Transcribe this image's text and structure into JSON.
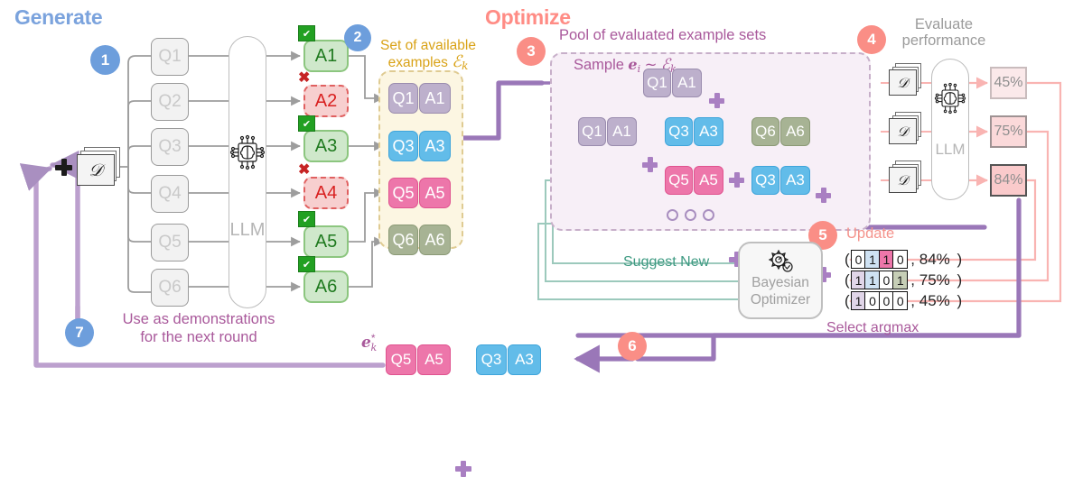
{
  "sections": {
    "generate_title": "Generate",
    "optimize_title": "Optimize"
  },
  "steps": {
    "s1": "1",
    "s2": "2",
    "s3": "3",
    "s4": "4",
    "s5": "5",
    "s6": "6",
    "s7": "7"
  },
  "generate": {
    "dataset_symbol": "𝒟",
    "questions": [
      "Q1",
      "Q2",
      "Q3",
      "Q4",
      "Q5",
      "Q6"
    ],
    "llm_label": "LLM",
    "answers": [
      {
        "label": "A1",
        "status": "correct"
      },
      {
        "label": "A2",
        "status": "incorrect"
      },
      {
        "label": "A3",
        "status": "correct"
      },
      {
        "label": "A4",
        "status": "incorrect"
      },
      {
        "label": "A5",
        "status": "correct"
      },
      {
        "label": "A6",
        "status": "correct"
      }
    ],
    "check_glyph": "✔",
    "cross_glyph": "✖"
  },
  "available_set": {
    "caption_line1": "Set of available",
    "caption_line2": "examples",
    "caption_symbol": "ℰ",
    "caption_sub": "k",
    "pairs": [
      {
        "q": "Q1",
        "a": "A1",
        "color": "purple"
      },
      {
        "q": "Q3",
        "a": "A3",
        "color": "blue"
      },
      {
        "q": "Q5",
        "a": "A5",
        "color": "pink"
      },
      {
        "q": "Q6",
        "a": "A6",
        "color": "olive"
      }
    ]
  },
  "pool": {
    "title": "Pool of evaluated example sets",
    "sample_label": "Sample",
    "sample_var": "e",
    "sample_sub": "i",
    "sample_tilde": "∼",
    "sample_set": "ℰ",
    "sample_set_sub": "k",
    "rows": [
      {
        "items": [
          {
            "q": "Q1",
            "a": "A1",
            "color": "purple"
          }
        ]
      },
      {
        "items": [
          {
            "q": "Q1",
            "a": "A1",
            "color": "purple"
          },
          {
            "q": "Q3",
            "a": "A3",
            "color": "blue"
          },
          {
            "q": "Q6",
            "a": "A6",
            "color": "olive"
          }
        ]
      },
      {
        "items": [
          {
            "q": "Q5",
            "a": "A5",
            "color": "pink"
          },
          {
            "q": "Q3",
            "a": "A3",
            "color": "blue"
          }
        ]
      }
    ],
    "ellipsis": "• • •"
  },
  "evaluate": {
    "caption_line1": "Evaluate",
    "caption_line2": "performance",
    "dataset_symbol": "𝒟",
    "llm_label": "LLM",
    "scores": [
      "45%",
      "75%",
      "84%"
    ]
  },
  "optimizer": {
    "update_label": "Update",
    "suggest_label": "Suggest New",
    "argmax_label": "Select argmax",
    "box_line1": "Bayesian",
    "box_line2": "Optimizer",
    "gear_icon": "gear-with-check-icon",
    "records": [
      {
        "bits": [
          "0",
          "1",
          "1",
          "0"
        ],
        "colors": [
          "white",
          "blue",
          "pink",
          "white"
        ],
        "score": "84%"
      },
      {
        "bits": [
          "1",
          "1",
          "0",
          "1"
        ],
        "colors": [
          "purple",
          "blue",
          "white",
          "olive"
        ],
        "score": "75%"
      },
      {
        "bits": [
          "1",
          "0",
          "0",
          "0"
        ],
        "colors": [
          "purple",
          "white",
          "white",
          "white"
        ],
        "score": "45%"
      }
    ]
  },
  "result": {
    "label_var": "e",
    "label_star": "*",
    "label_sub": "k",
    "pairs": [
      {
        "q": "Q5",
        "a": "A5",
        "color": "pink"
      },
      {
        "q": "Q3",
        "a": "A3",
        "color": "blue"
      }
    ]
  },
  "footer": {
    "line1": "Use as demonstrations",
    "line2": "for the next round"
  },
  "colors": {
    "generate_blue": "#7BA3DD",
    "optimize_pink": "#FF8C85",
    "purple_chip": "#BDB0CC",
    "blue_chip": "#62BCE9",
    "pink_chip": "#ED76AA",
    "olive_chip": "#A7B394",
    "loop_purple": "#A98FC0",
    "teal_arrow": "#9CC9BC",
    "pink_arrow": "#F9B4B2"
  }
}
